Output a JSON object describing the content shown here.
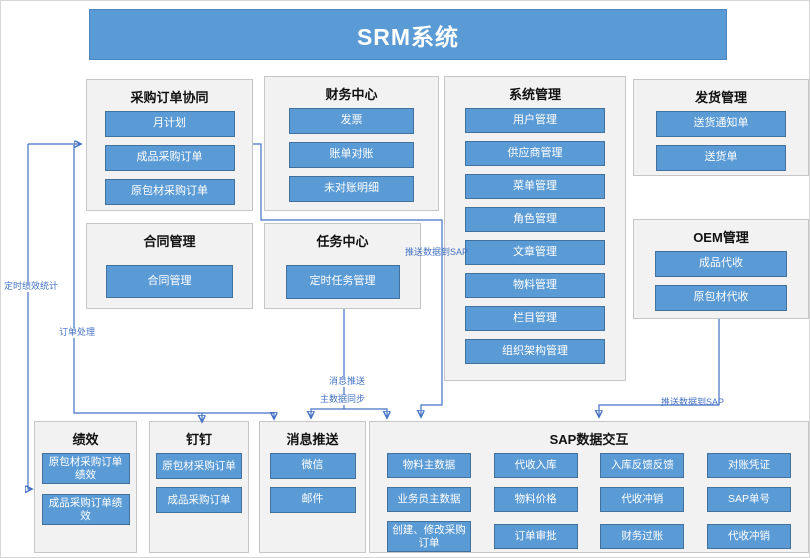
{
  "title": "SRM系统",
  "colors": {
    "banner": "#5b9bd5",
    "module": "#5b9bd5",
    "module_border": "#41719c",
    "group_bg": "#f2f2f2",
    "group_border": "#c6c6c6",
    "connector": "#4472c4"
  },
  "groups": [
    {
      "title": "采购订单协同",
      "items": [
        "月计划",
        "成品采购订单",
        "原包材采购订单"
      ]
    },
    {
      "title": "财务中心",
      "items": [
        "发票",
        "账单对账",
        "未对账明细"
      ]
    },
    {
      "title": "系统管理",
      "items": [
        "用户管理",
        "供应商管理",
        "菜单管理",
        "角色管理",
        "文章管理",
        "物料管理",
        "栏目管理",
        "组织架构管理"
      ]
    },
    {
      "title": "发货管理",
      "items": [
        "送货通知单",
        "送货单"
      ]
    },
    {
      "title": "合同管理",
      "items": [
        "合同管理"
      ]
    },
    {
      "title": "任务中心",
      "items": [
        "定时任务管理"
      ]
    },
    {
      "title": "OEM管理",
      "items": [
        "成品代收",
        "原包材代收"
      ]
    },
    {
      "title": "绩效",
      "items": [
        "原包材采购订单绩效",
        "成品采购订单绩效"
      ]
    },
    {
      "title": "钉钉",
      "items": [
        "原包材采购订单",
        "成品采购订单"
      ]
    },
    {
      "title": "消息推送",
      "items": [
        "微信",
        "邮件"
      ]
    },
    {
      "title": "SAP数据交互",
      "items": [
        "物料主数据",
        "代收入库",
        "入库反馈反馈",
        "对账凭证",
        "业务员主数据",
        "物料价格",
        "代收冲销",
        "SAP单号",
        "创建、修改采购订单",
        "订单审批",
        "财务过账",
        "代收冲销"
      ]
    }
  ],
  "connector_labels": {
    "timed_performance": "定时绩效统计",
    "order_processing": "订单处理",
    "message_push": "消息推送",
    "master_data_sync": "主数据同步",
    "push_to_sap_mid": "推送数据到SAP",
    "push_to_sap_right": "推送数据到SAP"
  }
}
